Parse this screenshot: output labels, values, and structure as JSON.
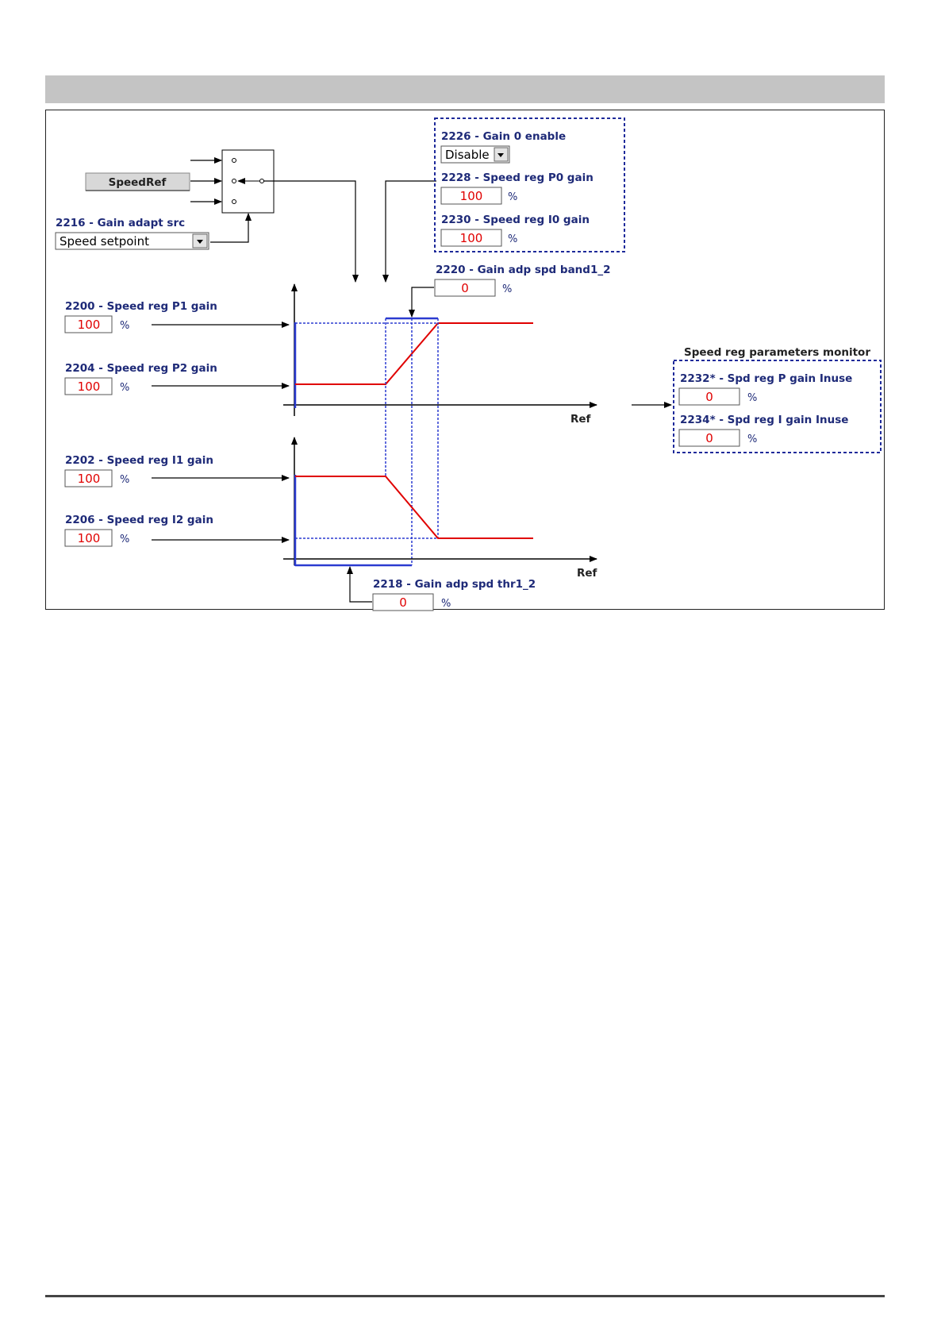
{
  "speed_ref_label": "SpeedRef",
  "gain_adapt_src": {
    "label": "2216 - Gain adapt src",
    "value": "Speed setpoint"
  },
  "gain0_enable": {
    "label": "2226 - Gain 0 enable",
    "value": "Disable"
  },
  "p0_gain": {
    "label": "2228 - Speed reg P0 gain",
    "value": "100",
    "unit": "%"
  },
  "i0_gain": {
    "label": "2230 - Speed reg I0 gain",
    "value": "100",
    "unit": "%"
  },
  "band": {
    "label": "2220 - Gain adp spd band1_2",
    "value": "0",
    "unit": "%"
  },
  "p1_gain": {
    "label": "2200 - Speed reg P1 gain",
    "value": "100",
    "unit": "%"
  },
  "p2_gain": {
    "label": "2204 - Speed reg P2 gain",
    "value": "100",
    "unit": "%"
  },
  "i1_gain": {
    "label": "2202 - Speed reg I1 gain",
    "value": "100",
    "unit": "%"
  },
  "i2_gain": {
    "label": "2206 - Speed reg I2 gain",
    "value": "100",
    "unit": "%"
  },
  "thr": {
    "label": "2218 - Gain adp spd thr1_2",
    "value": "0",
    "unit": "%"
  },
  "monitor": {
    "title": "Speed reg parameters monitor",
    "p_inuse": {
      "label": "2232* - Spd reg P gain Inuse",
      "value": "0",
      "unit": "%"
    },
    "i_inuse": {
      "label": "2234* - Spd reg I gain Inuse",
      "value": "0",
      "unit": "%"
    }
  },
  "axis_ref_top": "Ref",
  "axis_ref_bottom": "Ref"
}
